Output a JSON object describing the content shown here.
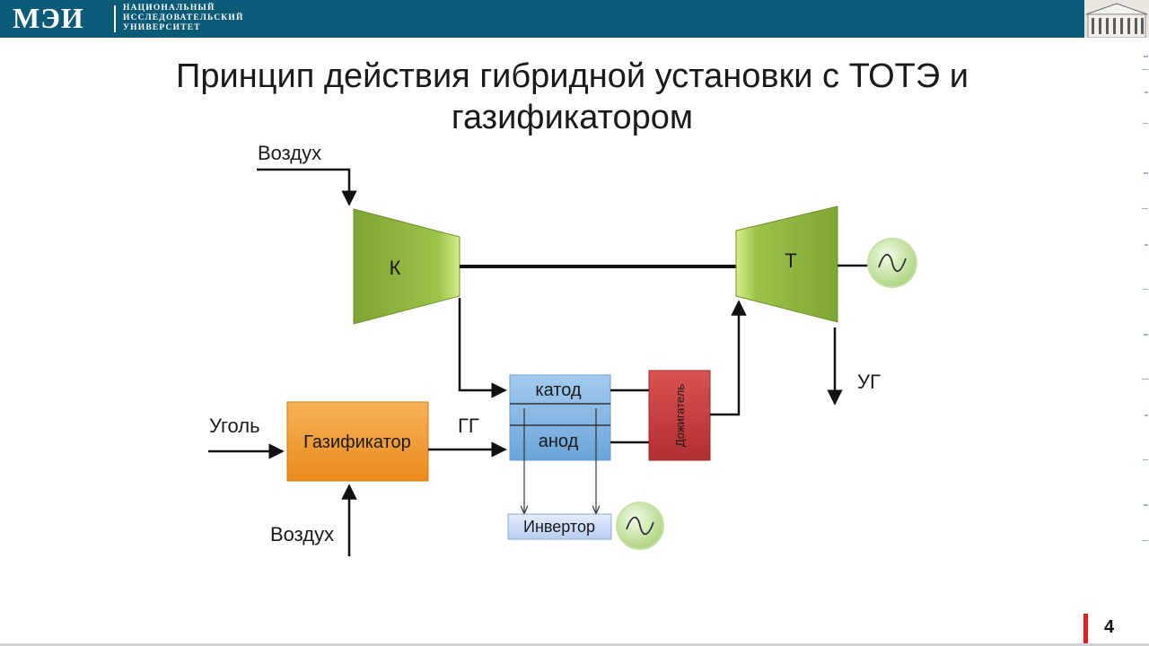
{
  "header": {
    "logo_mark": "МЭИ",
    "logo_lines": [
      "НАЦИОНАЛЬНЫЙ",
      "ИССЛЕДОВАТЕЛЬСКИЙ",
      "УНИВЕРСИТЕТ"
    ]
  },
  "title": "Принцип действия гибридной установки с ТОТЭ и газификатором",
  "diagram": {
    "compressor_label": "К",
    "turbine_label": "Т",
    "air_top_label": "Воздух",
    "air_bottom_label": "Воздух",
    "coal_label": "Уголь",
    "gasifier_label": "Газификатор",
    "gg_label": "ГГ",
    "cathode_label": "катод",
    "anode_label": "анод",
    "afterburner_label": "Дожигатель",
    "inverter_label": "Инвертор",
    "ug_label": "УГ",
    "generator_symbol": "~"
  },
  "page_number": "4",
  "colors": {
    "header_bg": "#0b5a78",
    "compressor_turbine": "#8db33d",
    "gasifier": "#f39a2e",
    "fuel_cell": "#7fb3df",
    "afterburner": "#c83b3b",
    "inverter": "#c9daf5",
    "generator": "#c8e6a8",
    "page_mark": "#e32020"
  }
}
